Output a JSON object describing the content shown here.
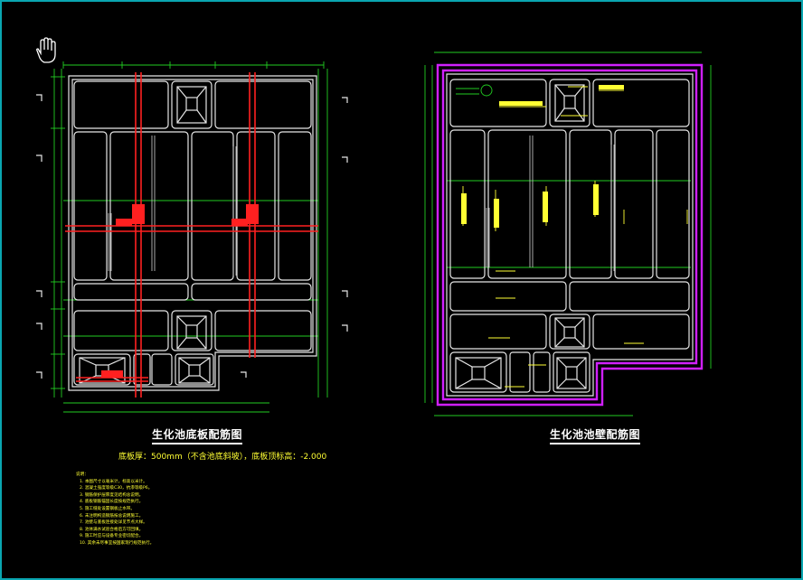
{
  "drawings": {
    "bottom_plate": {
      "title": "生化池底板配筋图",
      "subtitle": "底板厚：500mm（不含池底斜坡），底板顶标高：-2.000"
    },
    "wall": {
      "title": "生化池池壁配筋图"
    }
  },
  "colors": {
    "background": "#000000",
    "frame": "#0aa6b0",
    "outline": "#e6e6e6",
    "dimension": "#22cc22",
    "rebar": "#ff2020",
    "wall_band": "#d020ff",
    "annotation": "#ffff33"
  },
  "icons": {
    "pan_tool": "hand-icon"
  },
  "notes": [
    "说明：",
    "1. 本图尺寸以毫米计，标高以米计。",
    "2. 混凝土强度等级C30，抗渗等级P6。",
    "3. 钢筋保护层厚度见结构总说明。",
    "4. 底板钢筋锚固长度按规范执行。",
    "5. 施工缝处设置钢板止水带。",
    "6. 未注明构造钢筋按总说明施工。",
    "7. 池壁与底板连接处详见节点大样。",
    "8. 池体满水试验合格后方可回填。",
    "9. 施工时应与设备专业密切配合。",
    "10. 其余未尽事宜按国家现行规范执行。"
  ]
}
